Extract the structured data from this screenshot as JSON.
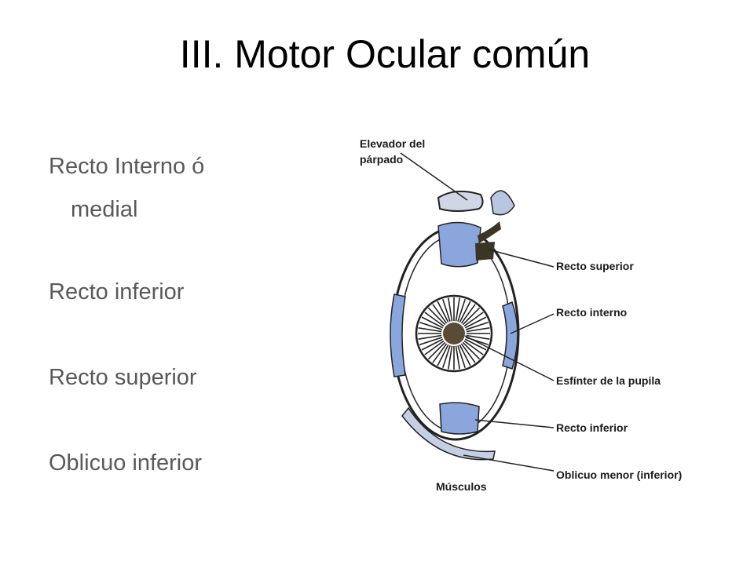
{
  "slide": {
    "title": "III. Motor Ocular común",
    "bullets": [
      "Recto Interno ó",
      "medial",
      "Recto inferior",
      "Recto superior",
      "Oblicuo inferior"
    ]
  },
  "figure": {
    "labels": {
      "elevador_line1": "Elevador del",
      "elevador_line2": "párpado",
      "recto_superior": "Recto superior",
      "recto_interno": "Recto interno",
      "esfinter": "Esfínter de la pupila",
      "recto_inferior": "Recto inferior",
      "oblicuo": "Oblicuo menor (inferior)",
      "caption": "Músculos"
    },
    "colors": {
      "muscle": "#8aa6dc",
      "dark": "#3b3526",
      "line": "#222222"
    }
  }
}
